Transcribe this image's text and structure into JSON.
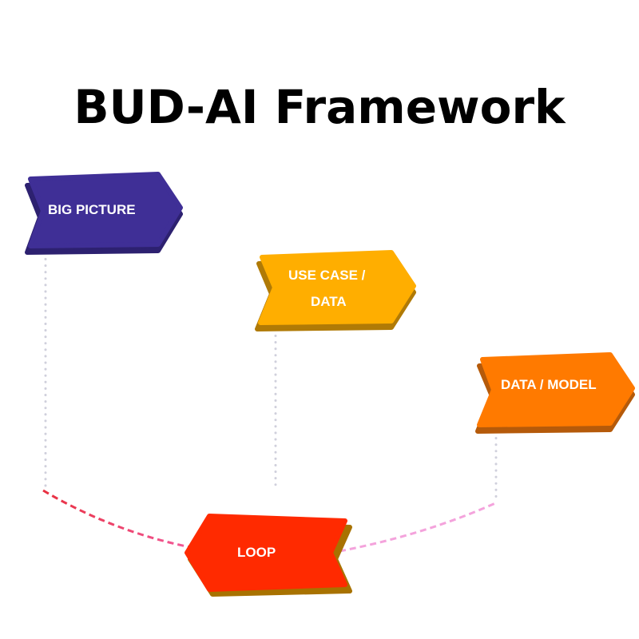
{
  "title": "BUD-AI Framework",
  "nodes": {
    "big_picture": {
      "label": "BIG PICTURE",
      "color": "#3f2f96",
      "shadow": "#2d2170"
    },
    "use_case": {
      "label_line1": "USE CASE /",
      "label_line2": "DATA",
      "color": "#ffae00",
      "shadow": "#b07a06"
    },
    "data_model": {
      "label": "DATA / MODEL",
      "color": "#ff7a00",
      "shadow": "#b55a0a"
    },
    "loop": {
      "label": "LOOP",
      "color": "#ff2a00",
      "shadow": "#a87200"
    }
  },
  "connectors": {
    "dotted_color": "#d0d0dc",
    "left_curve_color": "#f04a6a",
    "right_curve_color": "#f4a3dc"
  }
}
